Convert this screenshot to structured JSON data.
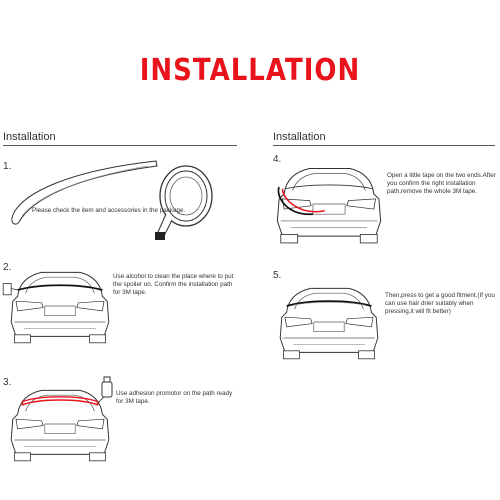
{
  "header": {
    "title": "INSTALLATION"
  },
  "columns": [
    {
      "heading": "Installation"
    },
    {
      "heading": "Installation"
    }
  ],
  "steps": [
    {
      "number": "1.",
      "lines": [
        "Please check the item and accessories in the package."
      ]
    },
    {
      "number": "2.",
      "lines": [
        "Use alcohol to clean the place where to put",
        "the spoiler on. Confirm the installation path",
        "for 3M tape."
      ]
    },
    {
      "number": "3.",
      "lines": [
        "Use adhesion promotor on the path ready",
        "for 3M tape."
      ]
    },
    {
      "number": "4.",
      "lines": [
        "Open a little tape on the two ends.After",
        "you confirm the right installation",
        "path,remove the whole 3M tape."
      ]
    },
    {
      "number": "5.",
      "lines": [
        "Then,press to get a good fitment.(If you",
        "can use hair drier suitably when",
        "pressing,it will fit better)"
      ]
    }
  ],
  "colors": {
    "title": "#e8131b",
    "spoiler": "#111111",
    "highlight": "#e8131b",
    "line": "#333333"
  },
  "icons": [
    "spoiler-icon",
    "tape-roll-icon",
    "car-rear-icon",
    "spray-bottle-icon"
  ]
}
